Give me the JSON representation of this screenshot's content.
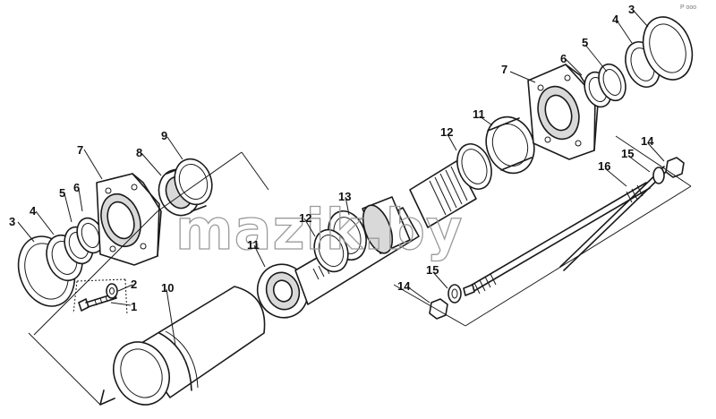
{
  "watermark": "mazik.by",
  "corner_mark": "P ooo",
  "callouts": {
    "left_assembly": {
      "c3": "3",
      "c4": "4",
      "c5": "5",
      "c6": "6",
      "c7": "7",
      "c8": "8",
      "c9": "9",
      "c2": "2",
      "c1": "1",
      "c10": "10",
      "c11": "11",
      "c12": "12",
      "c13": "13"
    },
    "right_assembly": {
      "c3": "3",
      "c4": "4",
      "c5": "5",
      "c6": "6",
      "c7": "7",
      "c11": "11",
      "c12": "12",
      "c14": "14",
      "c15": "15",
      "c16": "16"
    },
    "tie_rod_group": {
      "c14": "14",
      "c15": "15"
    }
  },
  "colors": {
    "line": "#1a1a1a",
    "watermark": "#9a9a9a",
    "background": "#ffffff"
  }
}
